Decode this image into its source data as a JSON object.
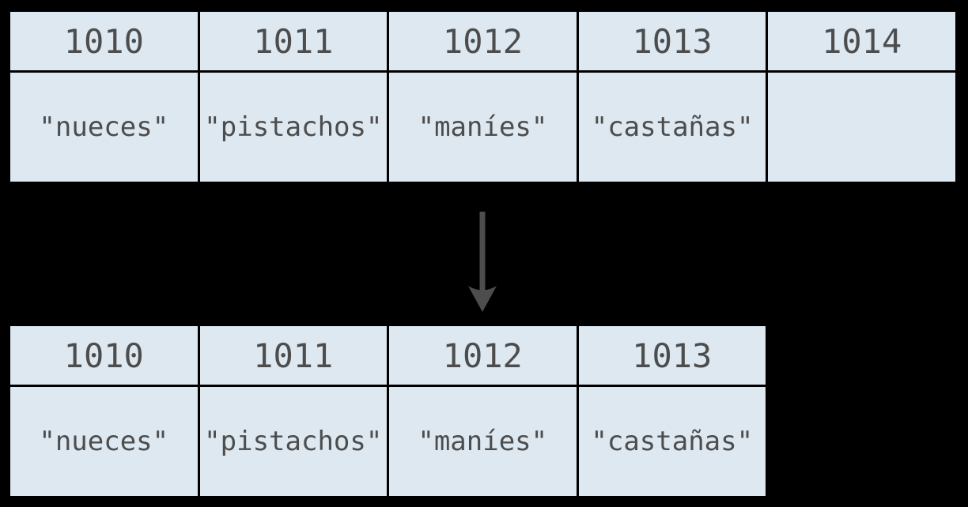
{
  "colors": {
    "background": "#000000",
    "border": "#000000",
    "cell_fill": "#dde8f1",
    "empty_cell_fill": "#ffffff",
    "text": "#4d4d4d",
    "arrow": "#4d4d4d"
  },
  "top_table": {
    "columns": [
      {
        "address": "1010",
        "value": "\"nueces\""
      },
      {
        "address": "1011",
        "value": "\"pistachos\""
      },
      {
        "address": "1012",
        "value": "\"maníes\""
      },
      {
        "address": "1013",
        "value": "\"castañas\""
      },
      {
        "address": "1014",
        "value": ""
      }
    ]
  },
  "arrow": {
    "icon": "down-arrow"
  },
  "bottom_table": {
    "columns": [
      {
        "address": "1010",
        "value": "\"nueces\""
      },
      {
        "address": "1011",
        "value": "\"pistachos\""
      },
      {
        "address": "1012",
        "value": "\"maníes\""
      },
      {
        "address": "1013",
        "value": "\"castañas\""
      }
    ]
  }
}
